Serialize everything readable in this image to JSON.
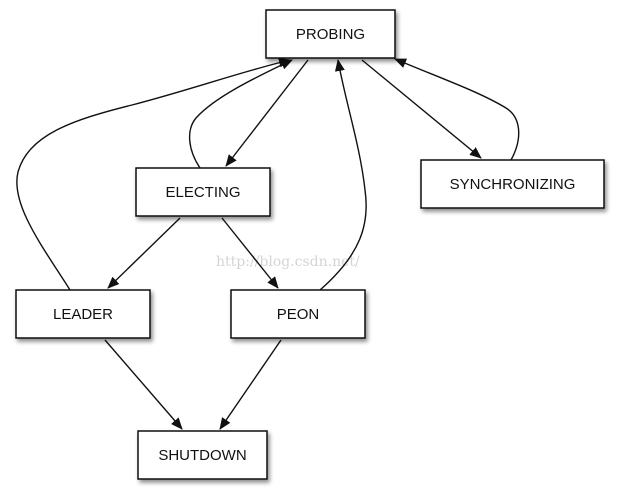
{
  "diagram": {
    "nodes": [
      {
        "id": "probing",
        "label": "PROBING"
      },
      {
        "id": "electing",
        "label": "ELECTING"
      },
      {
        "id": "synchronizing",
        "label": "SYNCHRONIZING"
      },
      {
        "id": "leader",
        "label": "LEADER"
      },
      {
        "id": "peon",
        "label": "PEON"
      },
      {
        "id": "shutdown",
        "label": "SHUTDOWN"
      }
    ],
    "edges": [
      {
        "from": "probing",
        "to": "electing"
      },
      {
        "from": "electing",
        "to": "probing"
      },
      {
        "from": "probing",
        "to": "synchronizing"
      },
      {
        "from": "synchronizing",
        "to": "probing"
      },
      {
        "from": "leader",
        "to": "probing"
      },
      {
        "from": "peon",
        "to": "probing"
      },
      {
        "from": "electing",
        "to": "leader"
      },
      {
        "from": "electing",
        "to": "peon"
      },
      {
        "from": "leader",
        "to": "shutdown"
      },
      {
        "from": "peon",
        "to": "shutdown"
      }
    ],
    "colors": {
      "box_fill": "#ffffff",
      "box_stroke": "#111111",
      "shadow": "#9a9a9a",
      "edge": "#111111"
    }
  },
  "watermark": {
    "text": "http://blog.csdn.net/"
  }
}
